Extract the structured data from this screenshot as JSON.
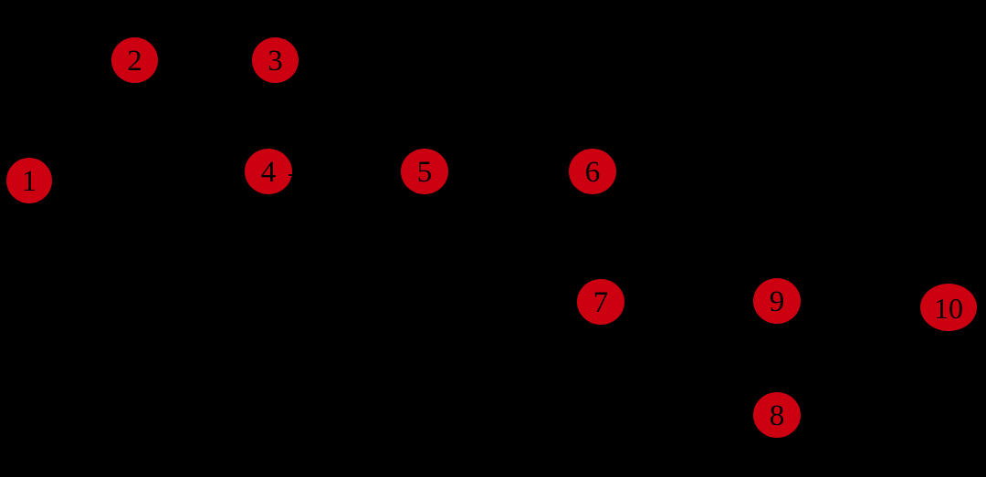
{
  "colors": {
    "background": "#000000",
    "node_fill": "#cc0011",
    "node_text": "#000000"
  },
  "nodes": [
    {
      "id": "1",
      "label": "1"
    },
    {
      "id": "2",
      "label": "2"
    },
    {
      "id": "3",
      "label": "3"
    },
    {
      "id": "4",
      "label": "4"
    },
    {
      "id": "5",
      "label": "5"
    },
    {
      "id": "6",
      "label": "6"
    },
    {
      "id": "7",
      "label": "7"
    },
    {
      "id": "8",
      "label": "8"
    },
    {
      "id": "9",
      "label": "9"
    },
    {
      "id": "10",
      "label": "10"
    }
  ]
}
